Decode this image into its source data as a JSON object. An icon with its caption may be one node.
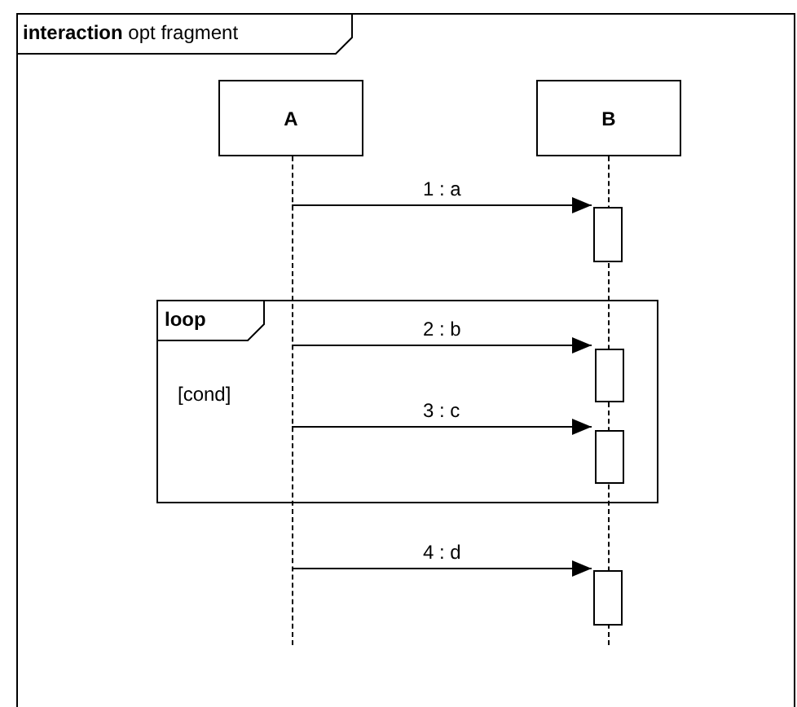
{
  "diagram": {
    "nodes": [
      {
        "text": [
          "**interaction** opt fragment"
        ]
      },
      {
        "text": [
          "A"
        ],
        "in": 0
      },
      {
        "text": [
          "B"
        ],
        "in": 0
      },
      {
        "text": [],
        "shape": "line",
        "in": 0
      },
      {
        "text": [],
        "shape": "line",
        "in": 0
      },
      {
        "text": [],
        "shape": "bar",
        "in": 0
      },
      {
        "text": [
          "loop",
          "[cond]"
        ],
        "in": 0
      },
      {
        "text": [],
        "shape": "bar",
        "in": 6
      },
      {
        "text": [],
        "shape": "bar",
        "in": 6
      },
      {
        "text": [],
        "shape": "bar",
        "in": 0
      }
    ],
    "edges": [
      {
        "from": 3,
        "to": 5,
        "arrow": "to",
        "label": "1 : a"
      },
      {
        "from": 3,
        "to": 7,
        "arrow": "to",
        "label": "2 : b"
      },
      {
        "from": 3,
        "to": 8,
        "arrow": "to",
        "label": "3 : c"
      },
      {
        "from": 3,
        "to": 9,
        "arrow": "to",
        "label": "4 : d"
      }
    ]
  }
}
